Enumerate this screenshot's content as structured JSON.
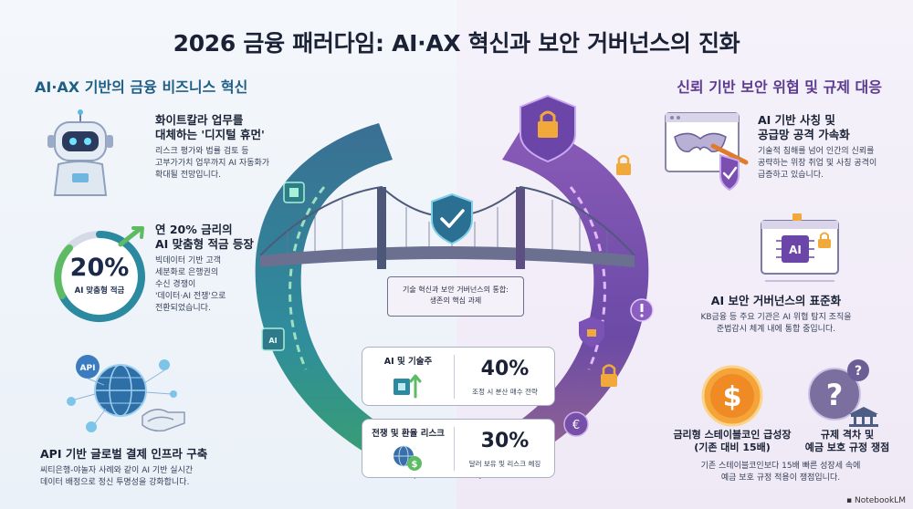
{
  "title": "2026 금융 패러다임: AI·AX 혁신과 보안 거버넌스의 진화",
  "left_section": {
    "title": "AI·AX 기반의 금융 비즈니스 혁신",
    "items": [
      {
        "heading_1": "화이트칼라 업무를",
        "heading_2": "대체하는 '디지털 휴먼'",
        "body_1": "리스크 평가와 법률 검토 등",
        "body_2": "고부가가치 업무까지 AI 자동화가",
        "body_3": "확대될 전망입니다."
      },
      {
        "heading_1": "연 20% 금리의",
        "heading_2": "AI 맞춤형 적금 등장",
        "body_1": "빅데이터 기반 고객",
        "body_2": "세분화로 은행권의",
        "body_3": "수신 경쟁이",
        "body_4": "'데이터·AI 전쟁'으로",
        "body_5": "전환되었습니다.",
        "badge_value": "20%",
        "badge_label": "AI 맞춤형 적금"
      },
      {
        "heading": "API 기반 글로벌 결제 인프라 구축",
        "body_1": "씨티은행-야놀자 사례와 같이 AI 기반 실시간",
        "body_2": "데이터 배정으로 정신 투명성을 강화합니다.",
        "icon_label": "API"
      }
    ]
  },
  "right_section": {
    "title": "신뢰 기반 보안 위협 및 규제 대응",
    "items": [
      {
        "heading_1": "AI 기반 사칭 및",
        "heading_2": "공급망 공격 가속화",
        "body_1": "기술적 침해를 넘어 인간의 신뢰를",
        "body_2": "공략하는 위장 취업 및 사칭 공격이",
        "body_3": "급증하고 있습니다."
      },
      {
        "heading": "AI 보안 거버넌스의 표준화",
        "body_1": "KB금융 등 주요 기관은 AI 위협 탐지 조직을",
        "body_2": "준법감시 체계 내에 통합 중입니다.",
        "chip_label": "AI"
      },
      {
        "heading_1": "금리형 스테이블코인 급성장",
        "heading_2": "(기존 대비 15배)",
        "coin_symbol": "$"
      },
      {
        "heading_1": "규제 격차 및",
        "heading_2": "예금 보호 규정 쟁점",
        "body_1": "기존 스테이블코인보다 15배 빠른 성장세 속에",
        "body_2": "예금 보호 규정 적용이 쟁점입니다.",
        "icon_symbol": "?"
      }
    ]
  },
  "center": {
    "banner_1": "기술 혁신과 보안 거버넌스의 통합:",
    "banner_2": "생존의 핵심 과제",
    "stats": [
      {
        "label": "AI 및 기술주",
        "value": "40%",
        "desc": "조정 시 분산 매수 전략"
      },
      {
        "label": "전쟁 및 환율 리스크",
        "value": "30%",
        "desc": "달러 보유 및 리스크 헤징"
      }
    ]
  },
  "colors": {
    "left_accent": "#1f5f86",
    "right_accent": "#5b3a8f",
    "teal": "#2b8aa0",
    "green": "#5dbb63",
    "purple": "#7a4fb0",
    "orange": "#f0962c"
  },
  "brand": "NotebookLM"
}
